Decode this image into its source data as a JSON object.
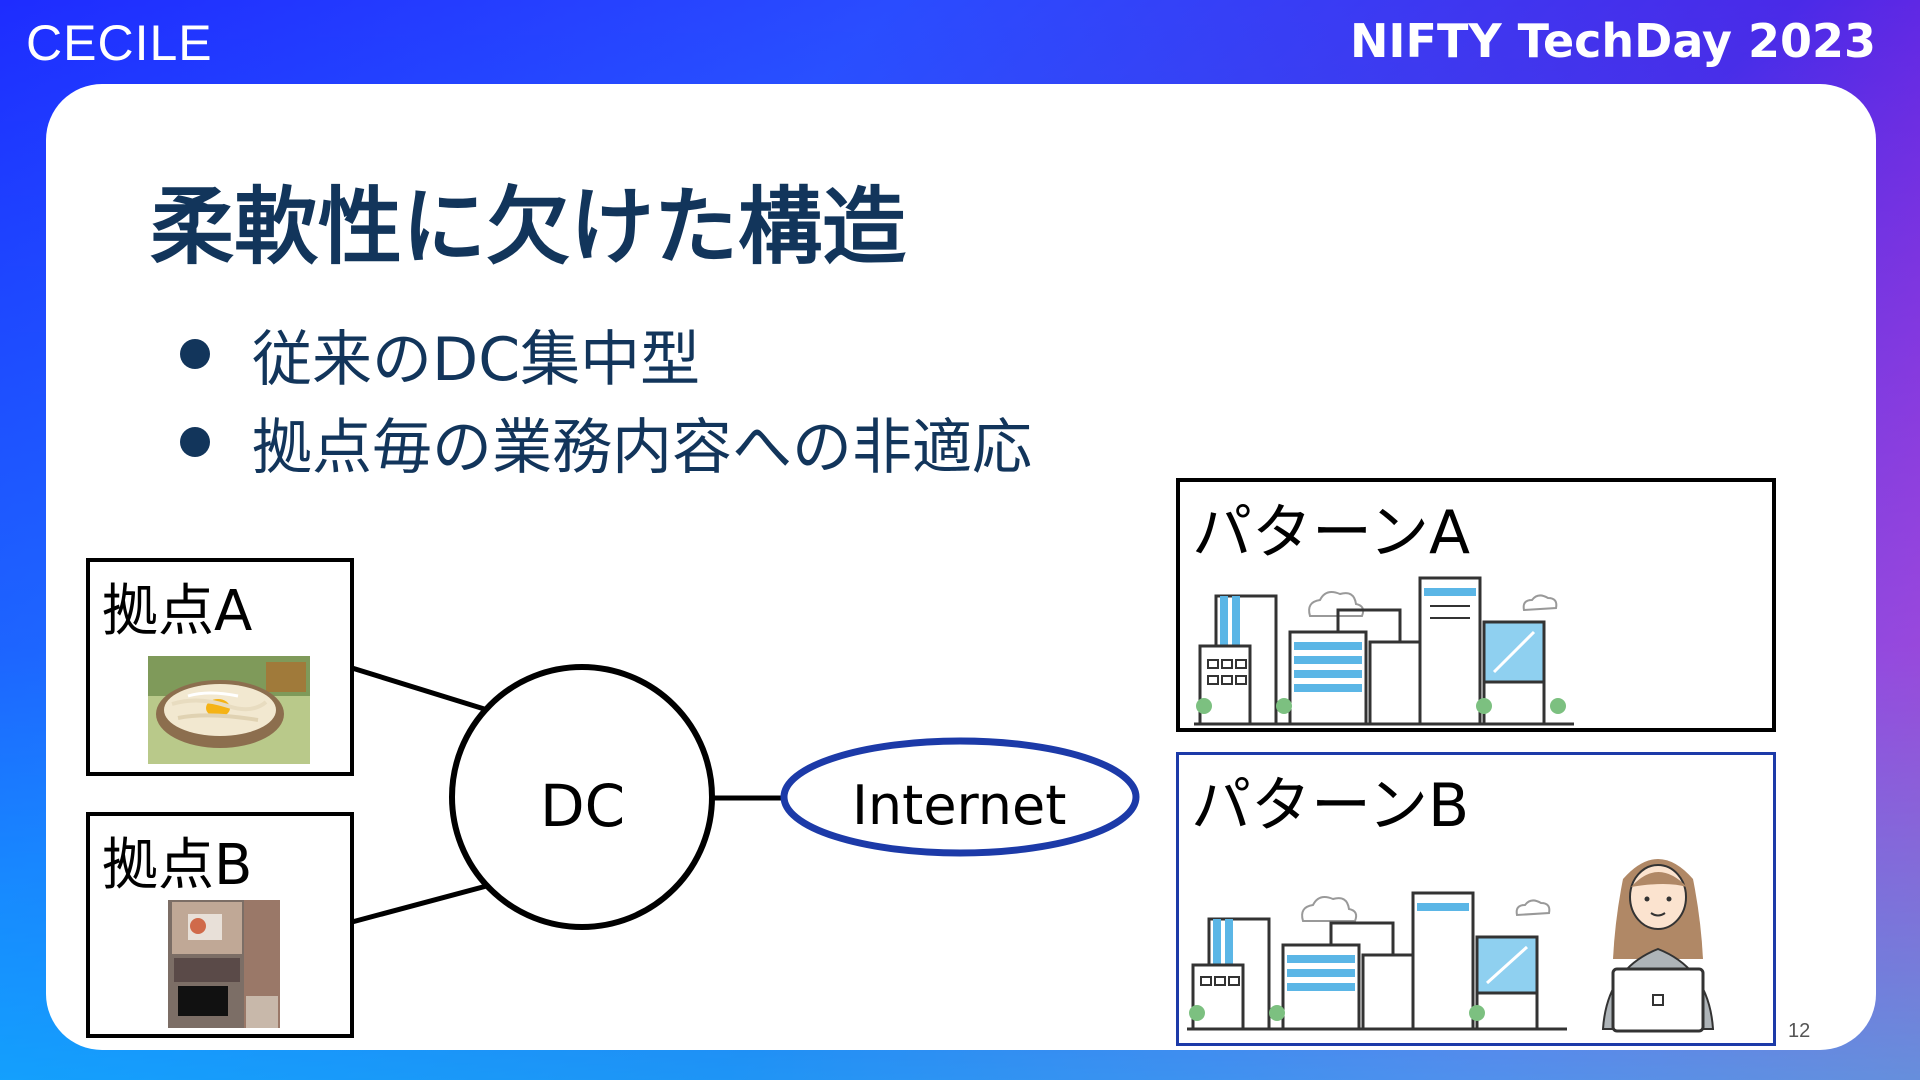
{
  "header": {
    "brand_left": "CECILE",
    "brand_right": "NIFTY TechDay 2023"
  },
  "slide": {
    "title": "柔軟性に欠けた構造",
    "bullets": [
      "従来のDC集中型",
      "拠点毎の業務内容への非適応"
    ],
    "page_number": "12"
  },
  "diagram": {
    "site_a_label": "拠点A",
    "site_b_label": "拠点B",
    "dc_label": "DC",
    "internet_label": "Internet",
    "pattern_a_label": "パターンA",
    "pattern_b_label": "パターンB"
  },
  "colors": {
    "title": "#12355b",
    "internet_outline": "#1c3aa8",
    "pattern_b_border": "#1c3aa8",
    "building_accent": "#5bb6e6"
  },
  "icons": [
    "udon-photo",
    "storefront-photo",
    "city-buildings-illustration",
    "cloud-icon",
    "office-worker-laptop-illustration"
  ]
}
